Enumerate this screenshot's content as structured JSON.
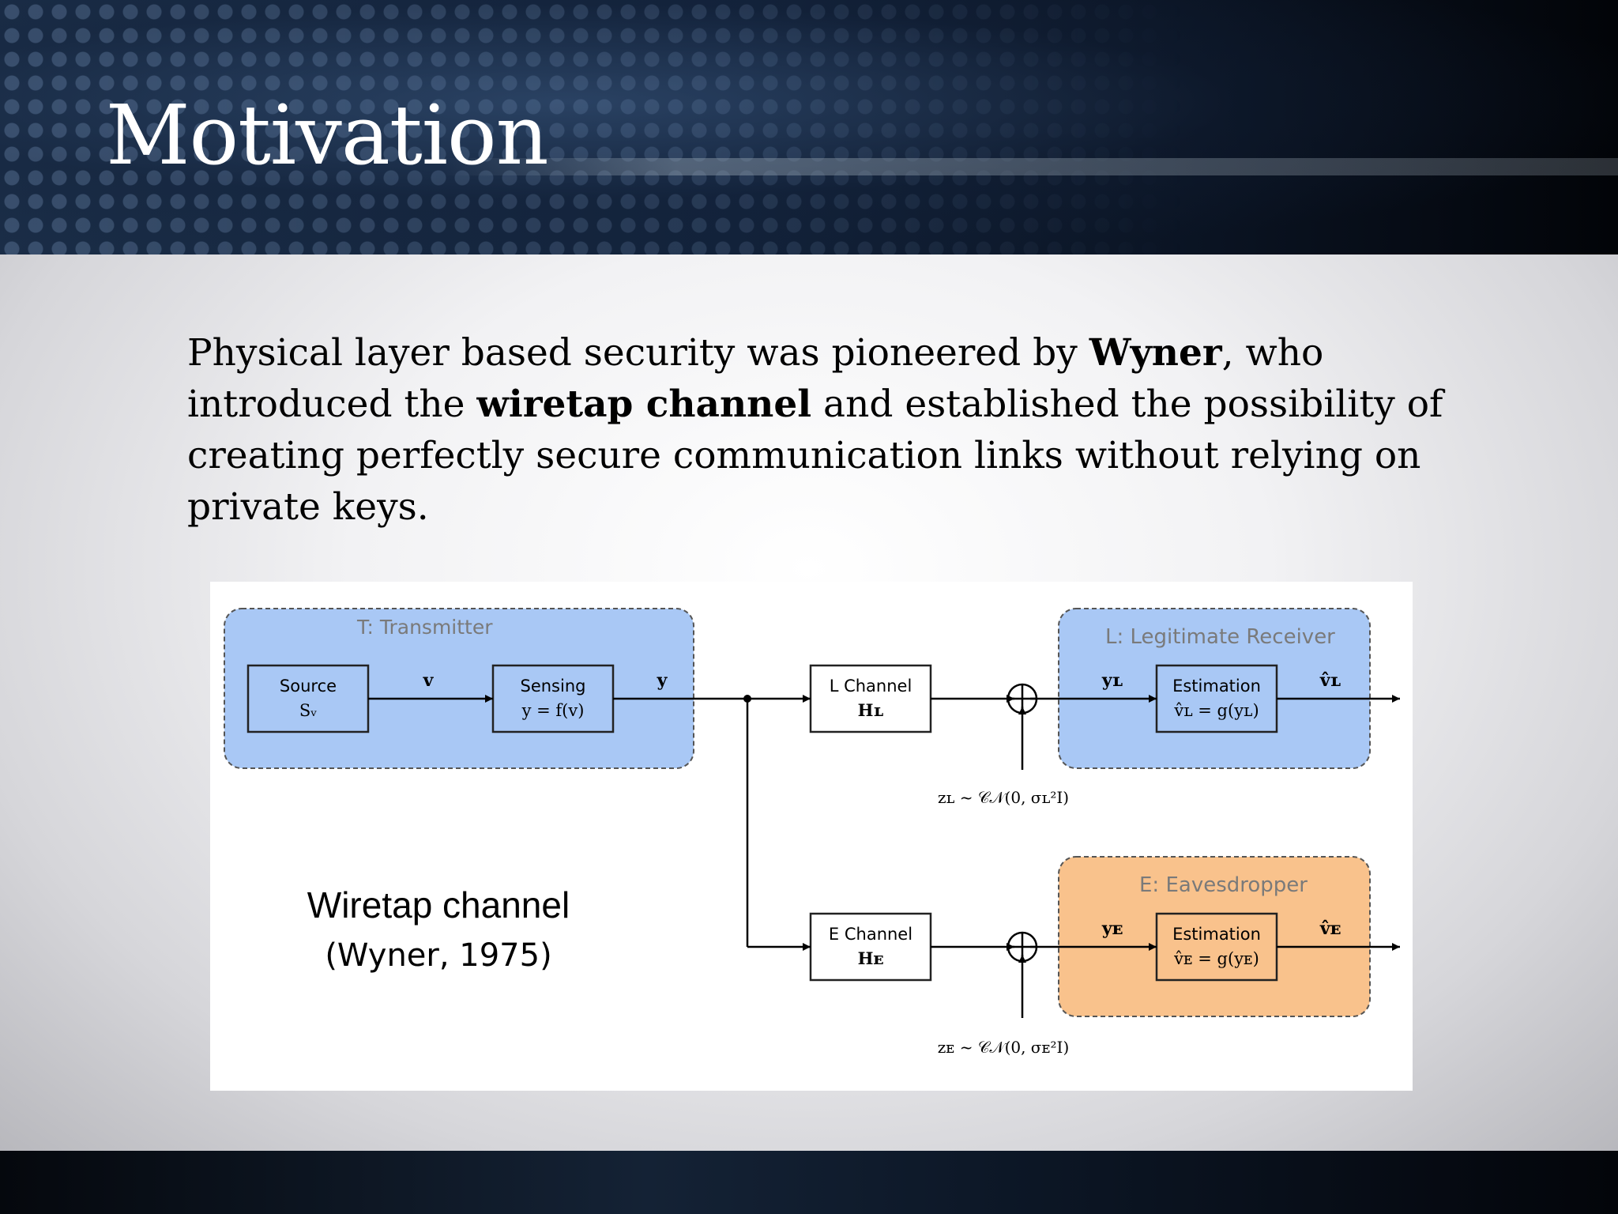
{
  "slide": {
    "title": "Motivation",
    "paragraph": {
      "t1": "Physical layer based security was pioneered by ",
      "b1": "Wyner",
      "t2": ", who introduced the ",
      "b2": "wiretap channel",
      "t3": " and established the possibility of creating perfectly secure communication links without relying on private keys."
    },
    "caption": {
      "line1": "Wiretap channel",
      "line2": "(Wyner, 1975)"
    }
  },
  "diagram": {
    "colors": {
      "transmitter_fill": "#a9c8f5",
      "receiver_fill": "#a9c8f5",
      "eavesdropper_fill": "#f9c28c",
      "group_label": "#7a7a7a",
      "line": "#000000"
    },
    "groups": {
      "transmitter": "T: Transmitter",
      "receiver": "L: Legitimate Receiver",
      "eavesdropper": "E: Eavesdropper"
    },
    "blocks": {
      "source": {
        "line1": "Source",
        "line2": "Sᵥ"
      },
      "sensing": {
        "line1": "Sensing",
        "line2": "y = f(v)"
      },
      "l_channel": {
        "line1": "L Channel",
        "line2": "Hʟ"
      },
      "e_channel": {
        "line1": "E Channel",
        "line2": "Hᴇ"
      },
      "l_estimation": {
        "line1": "Estimation",
        "line2": "v̂ʟ = g(yʟ)"
      },
      "e_estimation": {
        "line1": "Estimation",
        "line2": "v̂ᴇ = g(yᴇ)"
      }
    },
    "signals": {
      "v": "v",
      "y": "y",
      "y_l": "yʟ",
      "y_e": "yᴇ",
      "v_hat_l": "v̂ʟ",
      "v_hat_e": "v̂ᴇ",
      "noise_l": "zʟ ~ 𝒞𝒩(0, σʟ²I)",
      "noise_e": "zᴇ ~ 𝒞𝒩(0, σᴇ²I)"
    }
  }
}
